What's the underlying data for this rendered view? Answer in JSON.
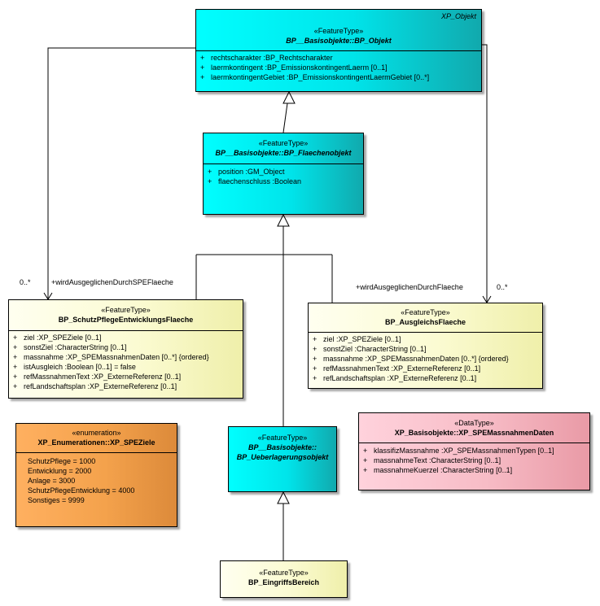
{
  "classes": {
    "xp_objekt": {
      "corner": "XP_Objekt",
      "stereotype": "«FeatureType»",
      "name": "BP__Basisobjekte::BP_Objekt",
      "attributes": [
        {
          "vis": "+",
          "text": "rechtscharakter  :BP_Rechtscharakter"
        },
        {
          "vis": "+",
          "text": "laermkontingent  :BP_EmissionskontingentLaerm [0..1]"
        },
        {
          "vis": "+",
          "text": "laermkontingentGebiet  :BP_EmissionskontingentLaermGebiet [0..*]"
        }
      ]
    },
    "flaechenobjekt": {
      "stereotype": "«FeatureType»",
      "name": "BP__Basisobjekte::BP_Flaechenobjekt",
      "attributes": [
        {
          "vis": "+",
          "text": "position  :GM_Object"
        },
        {
          "vis": "+",
          "text": "flaechenschluss  :Boolean"
        }
      ]
    },
    "schutzpflege": {
      "stereotype": "«FeatureType»",
      "name": "BP_SchutzPflegeEntwicklungsFlaeche",
      "attributes": [
        {
          "vis": "+",
          "text": "ziel  :XP_SPEZiele [0..1]"
        },
        {
          "vis": "+",
          "text": "sonstZiel  :CharacterString [0..1]"
        },
        {
          "vis": "+",
          "text": "massnahme  :XP_SPEMassnahmenDaten [0..*] {ordered}"
        },
        {
          "vis": "+",
          "text": "istAusgleich  :Boolean [0..1] = false"
        },
        {
          "vis": "+",
          "text": "refMassnahmenText  :XP_ExterneReferenz [0..1]"
        },
        {
          "vis": "+",
          "text": "refLandschaftsplan  :XP_ExterneReferenz [0..1]"
        }
      ]
    },
    "ausgleich": {
      "stereotype": "«FeatureType»",
      "name": "BP_AusgleichsFlaeche",
      "attributes": [
        {
          "vis": "+",
          "text": "ziel  :XP_SPEZiele [0..1]"
        },
        {
          "vis": "+",
          "text": "sonstZiel  :CharacterString [0..1]"
        },
        {
          "vis": "+",
          "text": "massnahme  :XP_SPEMassnahmenDaten [0..*] {ordered}"
        },
        {
          "vis": "+",
          "text": "refMassnahmenText  :XP_ExterneReferenz [0..1]"
        },
        {
          "vis": "+",
          "text": "refLandschaftsplan  :XP_ExterneReferenz [0..1]"
        }
      ]
    },
    "speziele": {
      "stereotype": "«enumeration»",
      "name": "XP_Enumerationen::XP_SPEZiele",
      "literals": [
        "SchutzPflege = 1000",
        "Entwicklung = 2000",
        "Anlage = 3000",
        "SchutzPflegeEntwicklung = 4000",
        "Sonstiges = 9999"
      ]
    },
    "ueberlagerung": {
      "stereotype": "«FeatureType»",
      "name_line1": "BP__Basisobjekte::",
      "name_line2": "BP_Ueberlagerungsobjekt"
    },
    "massnahmendaten": {
      "stereotype": "«DataType»",
      "name": "XP_Basisobjekte::XP_SPEMassnahmenDaten",
      "attributes": [
        {
          "vis": "+",
          "text": "klassifizMassnahme  :XP_SPEMassnahmenTypen [0..1]"
        },
        {
          "vis": "+",
          "text": "massnahmeText  :CharacterString [0..1]"
        },
        {
          "vis": "+",
          "text": "massnahmeKuerzel  :CharacterString [0..1]"
        }
      ]
    },
    "eingriff": {
      "stereotype": "«FeatureType»",
      "name": "BP_EingriffsBereich"
    }
  },
  "associations": {
    "left_role": "+wirdAusgeglichenDurchSPEFlaeche",
    "left_mult": "0..*",
    "right_role": "+wirdAusgeglichenDurchFlaeche",
    "right_mult": "0..*"
  },
  "colors": {
    "featuretype_light": "#00ffff",
    "featuretype_dark": "#11a9ad",
    "plain_class": "#fbfbd2",
    "enumeration": "#f4a24c",
    "datatype": "#f7bcc6",
    "line": "#000000"
  }
}
